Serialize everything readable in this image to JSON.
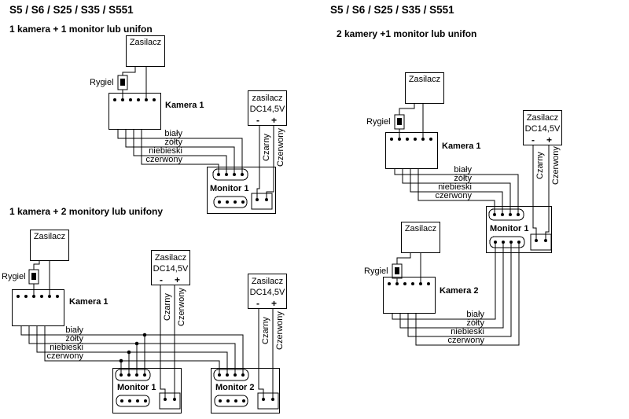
{
  "diagram1": {
    "title": "S5 / S6 / S25 / S35 / S551",
    "subtitle": "1 kamera + 1 monitor lub unifon",
    "psu_label": "Zasilacz",
    "rygiel_label": "Rygiel",
    "camera_label": "Kamera 1",
    "wire_labels": [
      "biały",
      "żółty",
      "niebieski",
      "czerwony"
    ],
    "dc_psu_name": "zasilacz",
    "dc_psu_voltage": "DC14,5V",
    "polarity_minus": "-",
    "polarity_plus": "+",
    "dc_black_label": "Czarny",
    "dc_red_label": "Czerwony",
    "monitor_label": "Monitor 1"
  },
  "diagram2": {
    "subtitle": "1 kamera + 2 monitory lub unifony",
    "psu_label": "Zasilacz",
    "rygiel_label": "Rygiel",
    "camera_label": "Kamera 1",
    "wire_labels": [
      "biały",
      "żółty",
      "niebieski",
      "czerwony"
    ],
    "dc_psu_name": "Zasilacz",
    "dc_psu_voltage": "DC14,5V",
    "polarity_minus": "-",
    "polarity_plus": "+",
    "dc_black_label": "Czarny",
    "dc_red_label": "Czerwony",
    "monitor1_label": "Monitor 1",
    "monitor2_label": "Monitor 2"
  },
  "diagram3": {
    "title": "S5 / S6 / S25 / S35 / S551",
    "subtitle": "2 kamery +1 monitor lub unifon",
    "psu1_label": "Zasilacz",
    "psu2_label": "Zasilacz",
    "rygiel1_label": "Rygiel",
    "rygiel2_label": "Rygiel",
    "camera1_label": "Kamera 1",
    "camera2_label": "Kamera 2",
    "wire_labels": [
      "biały",
      "żółty",
      "niebieski",
      "czerwony"
    ],
    "dc_psu_name": "Zasilacz",
    "dc_psu_voltage": "DC14,5V",
    "polarity_minus": "-",
    "polarity_plus": "+",
    "dc_black_label": "Czarny",
    "dc_red_label": "Czerwony",
    "monitor_label": "Monitor 1"
  }
}
